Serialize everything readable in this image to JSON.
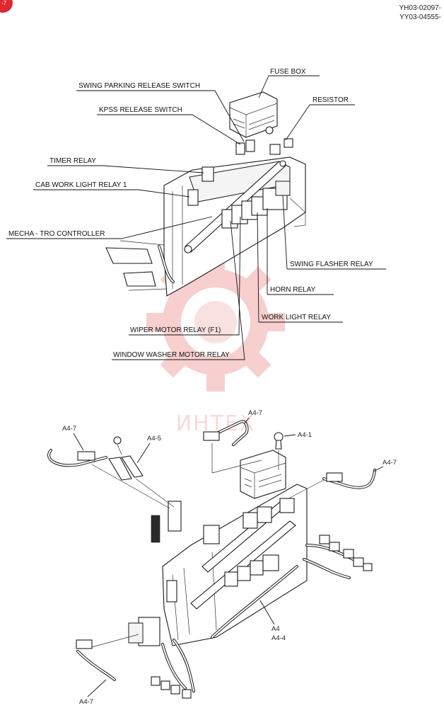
{
  "header": {
    "doc_codes": [
      "YH03-02097-",
      "YY03-04555-"
    ]
  },
  "corner_tab": {
    "color": "#e0262e"
  },
  "top_diagram": {
    "labels": {
      "fuse_box": "FUSE BOX",
      "swing_parking": "SWING PARKING RELEASE SWITCH",
      "resistor": "RESISTOR",
      "kpss": "KPSS RELEASE SWITCH",
      "timer_relay": "TIMER RELAY",
      "cab_work_light": "CAB WORK LIGHT RELAY 1",
      "mecha_tro": "MECHA - TRO CONTROLLER",
      "swing_flasher": "SWING FLASHER RELAY",
      "horn": "HORN  RELAY",
      "work_light": "WORK LIGHT  RELAY",
      "wiper_motor": "WIPER MOTOR RELAY (F1)",
      "window_washer": "WINDOW WASHER MOTOR RELAY"
    }
  },
  "bottom_diagram": {
    "refs": {
      "a47_top": "A4-7",
      "a41": "A4-1",
      "a47_left": "A4-7",
      "a45": "A4-5",
      "a47_right": "A4-7",
      "a4": "A4",
      "a44": "A4-4",
      "a47_bottom": "A4-7"
    }
  },
  "watermark": {
    "text": "ИНТЕХ",
    "color": "#f3b3b3"
  }
}
